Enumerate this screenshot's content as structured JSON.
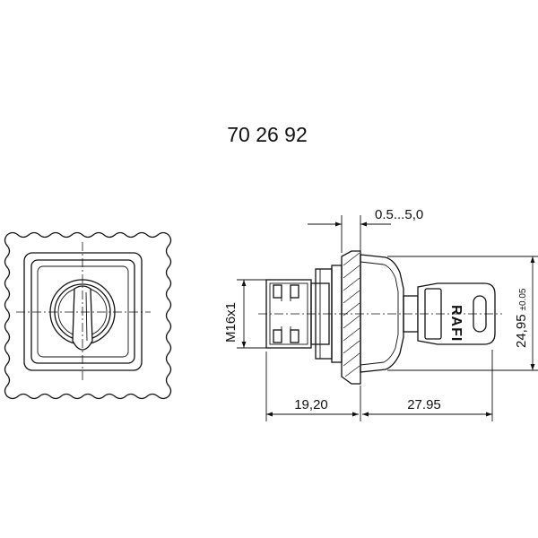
{
  "part_number": "70 26 92",
  "dimensions": {
    "panel_thickness": "0.5...5,0",
    "thread": "M16x1",
    "rear_length": "19,20",
    "front_length": "27.95",
    "front_diameter": "24,95",
    "front_diameter_tolerance": "±0.05"
  },
  "key_brand_text": "RAFI",
  "colors": {
    "line": "#111111",
    "background": "#ffffff"
  }
}
